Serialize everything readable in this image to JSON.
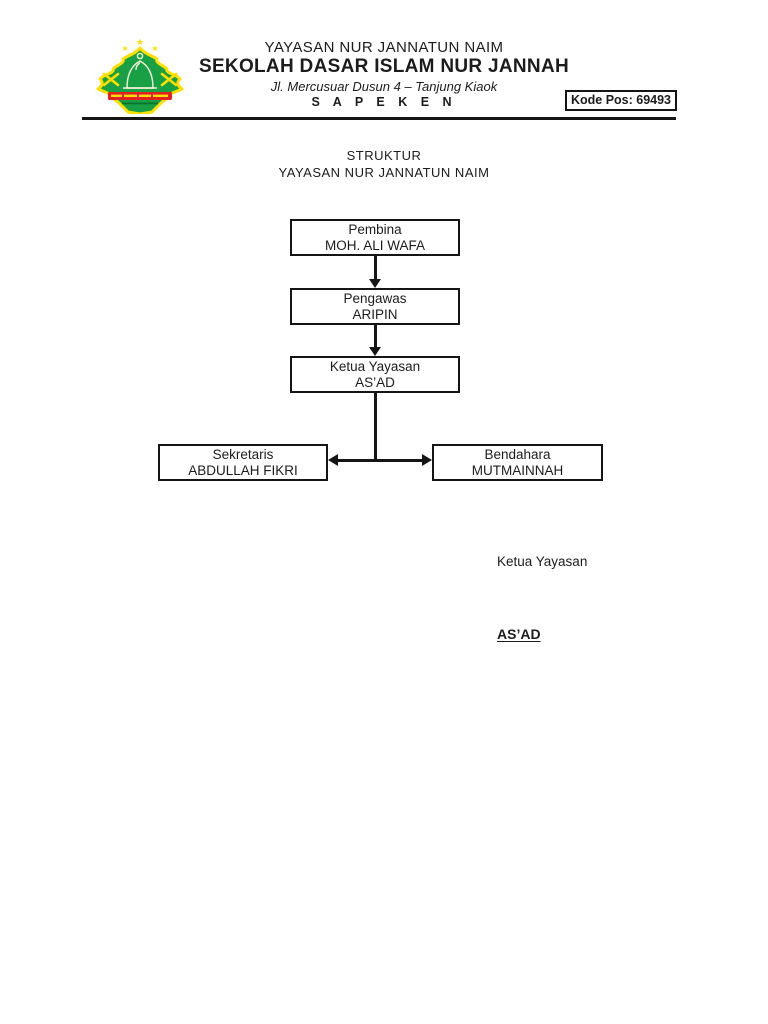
{
  "header": {
    "foundation_name": "YAYASAN NUR JANNATUN NAIM",
    "school_name": "SEKOLAH DASAR ISLAM NUR JANNAH",
    "address_line": "Jl. Mercusuar Dusun 4 – Tanjung Kiaok",
    "city_line": "S A P E K E N",
    "postal_code": "Kode Pos: 69493",
    "logo": {
      "icon": "mosque-emblem-icon",
      "colors": {
        "green": "#17a044",
        "gold": "#ffdf00",
        "red": "#e02222",
        "pale": "#f7f3d8"
      }
    }
  },
  "document_title": {
    "line1": "STRUKTUR",
    "line2": "YAYASAN NUR JANNATUN NAIM"
  },
  "org_chart": {
    "nodes": [
      {
        "id": "pembina",
        "role": "Pembina",
        "name": "MOH. ALI WAFA"
      },
      {
        "id": "pengawas",
        "role": "Pengawas",
        "name": "ARIPIN"
      },
      {
        "id": "ketua",
        "role": "Ketua Yayasan",
        "name": "AS’AD"
      },
      {
        "id": "sekretaris",
        "role": "Sekretaris",
        "name": "ABDULLAH FIKRI"
      },
      {
        "id": "bendahara",
        "role": "Bendahara",
        "name": "MUTMAINNAH"
      }
    ]
  },
  "signature": {
    "role": "Ketua Yayasan",
    "name": "AS’AD"
  },
  "colors": {
    "ink": "#1c1c1c",
    "page": "#ffffff"
  }
}
